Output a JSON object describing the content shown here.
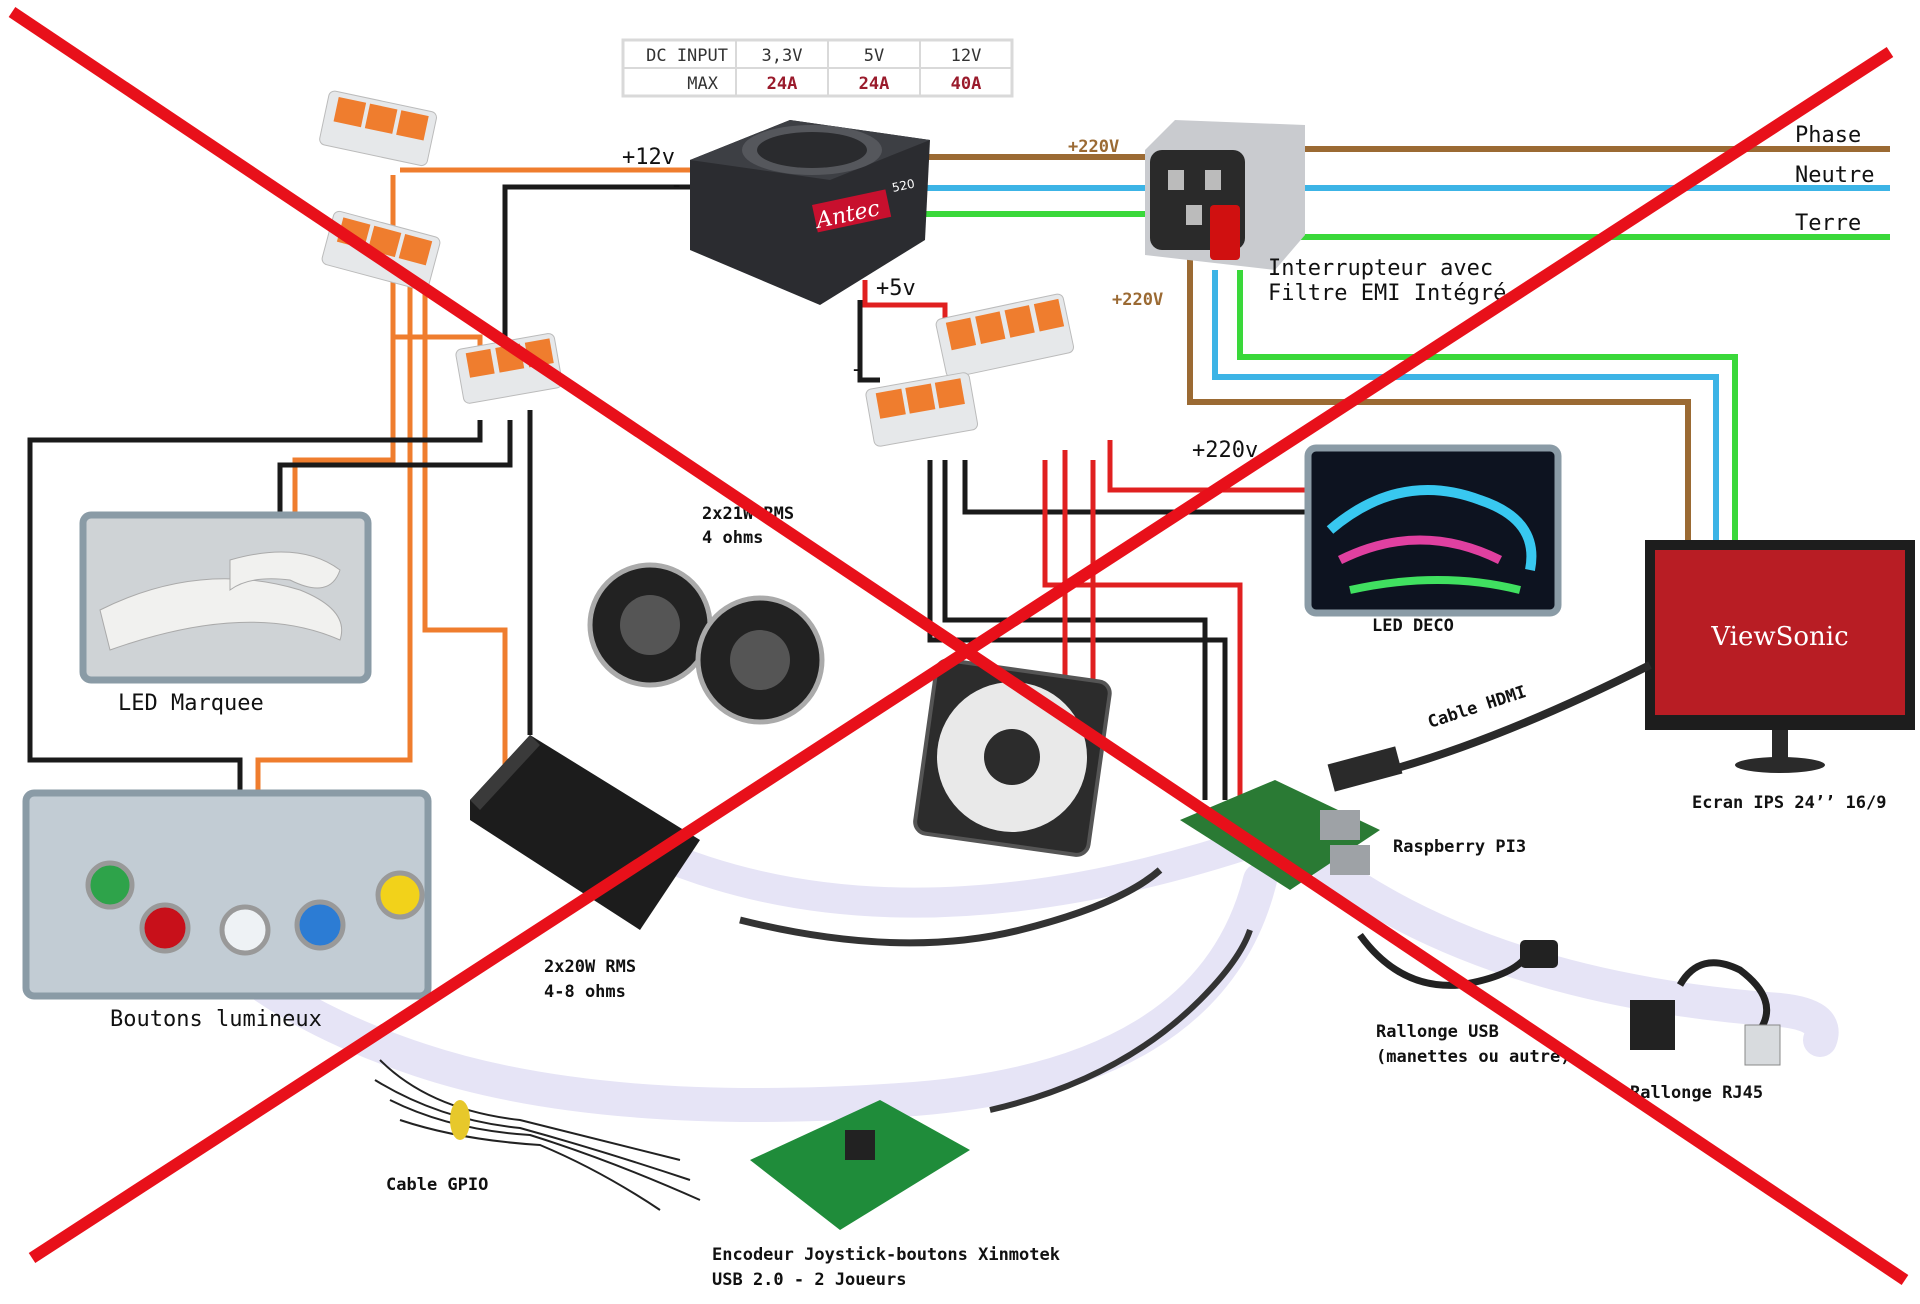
{
  "psu_table": {
    "rows": [
      {
        "label": "DC INPUT",
        "cells": [
          "3,3V",
          "5V",
          "12V"
        ]
      },
      {
        "label": "MAX",
        "cells": [
          "24A",
          "24A",
          "40A"
        ]
      }
    ]
  },
  "psu_brand": "Antec",
  "psu_model": "520",
  "monitor_brand": "ViewSonic",
  "labels": {
    "plus12v": "+12v",
    "minus_top": "-",
    "plus5v": "+5v",
    "minus_mid": "-",
    "plus220_top": "+220V",
    "plus220_left": "+220V",
    "plus220_mid": "+220v",
    "phase": "Phase",
    "neutre": "Neutre",
    "terre": "Terre",
    "switch_line1": "Interrupteur avec",
    "switch_line2": "Filtre EMI Intégré",
    "led_marquee": "LED Marquee",
    "led_deco": "LED DECO",
    "speakers_line1": "2x21W RMS",
    "speakers_line2": "4 ohms",
    "amp_line1": "2x20W RMS",
    "amp_line2": "4-8 ohms",
    "boutons": "Boutons lumineux",
    "raspberry": "Raspberry PI3",
    "cable_hdmi": "Cable HDMI",
    "ecran": "Ecran IPS 24’’ 16/9",
    "rallonge_usb_line1": "Rallonge USB",
    "rallonge_usb_line2": "(manettes ou autre)",
    "rallonge_rj45": "Rallonge RJ45",
    "cable_gpio": "Cable GPIO",
    "encodeur_line1": "Encodeur Joystick-boutons Xinmotek",
    "encodeur_line2": "USB 2.0 - 2 Joueurs"
  },
  "colors": {
    "brown": "#9b6a33",
    "blue": "#3cb4e6",
    "green": "#3ad83a",
    "orange": "#ef7d2e",
    "black": "#1a1a1a",
    "red": "#e02020",
    "cross": "#e8101a",
    "lavender": "#e4e2f5"
  }
}
